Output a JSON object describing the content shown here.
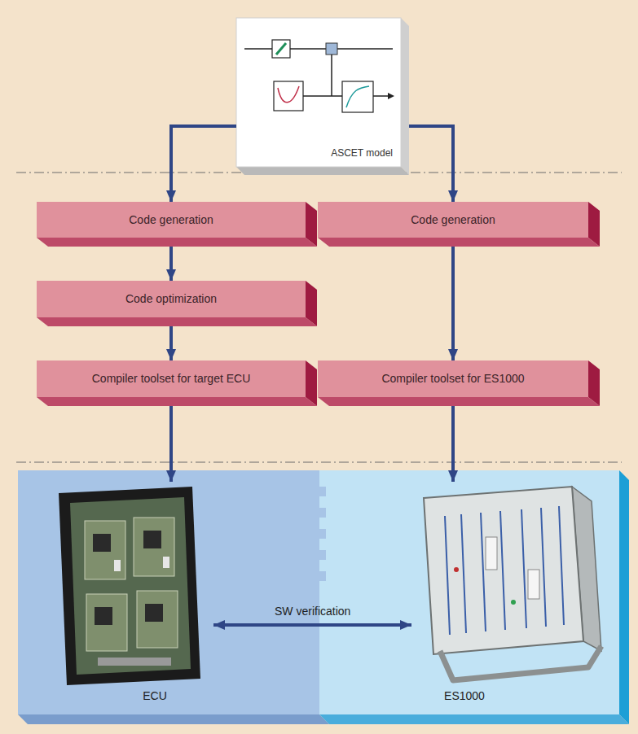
{
  "diagram": {
    "nodes": [
      {
        "text": [
          "ASCET model"
        ]
      },
      {
        "text": [
          "Code generation"
        ]
      },
      {
        "text": [
          "Code generation"
        ]
      },
      {
        "text": [
          "Code optimization"
        ]
      },
      {
        "text": [
          "Compiler toolset for target ECU"
        ]
      },
      {
        "text": [
          "Compiler toolset for ES1000"
        ]
      },
      {
        "text": [
          "ECU"
        ]
      },
      {
        "text": [
          "ES1000"
        ]
      }
    ],
    "edges": [
      {
        "from": 0,
        "to": 1,
        "arrow": "to"
      },
      {
        "from": 0,
        "to": 2,
        "arrow": "to"
      },
      {
        "from": 1,
        "to": 3,
        "arrow": "to"
      },
      {
        "from": 3,
        "to": 4,
        "arrow": "to"
      },
      {
        "from": 2,
        "to": 5,
        "arrow": "to"
      },
      {
        "from": 4,
        "to": 6,
        "arrow": "to"
      },
      {
        "from": 5,
        "to": 7,
        "arrow": "to"
      },
      {
        "from": 6,
        "to": 7,
        "label": "SW verification",
        "arrow": "both"
      }
    ]
  }
}
